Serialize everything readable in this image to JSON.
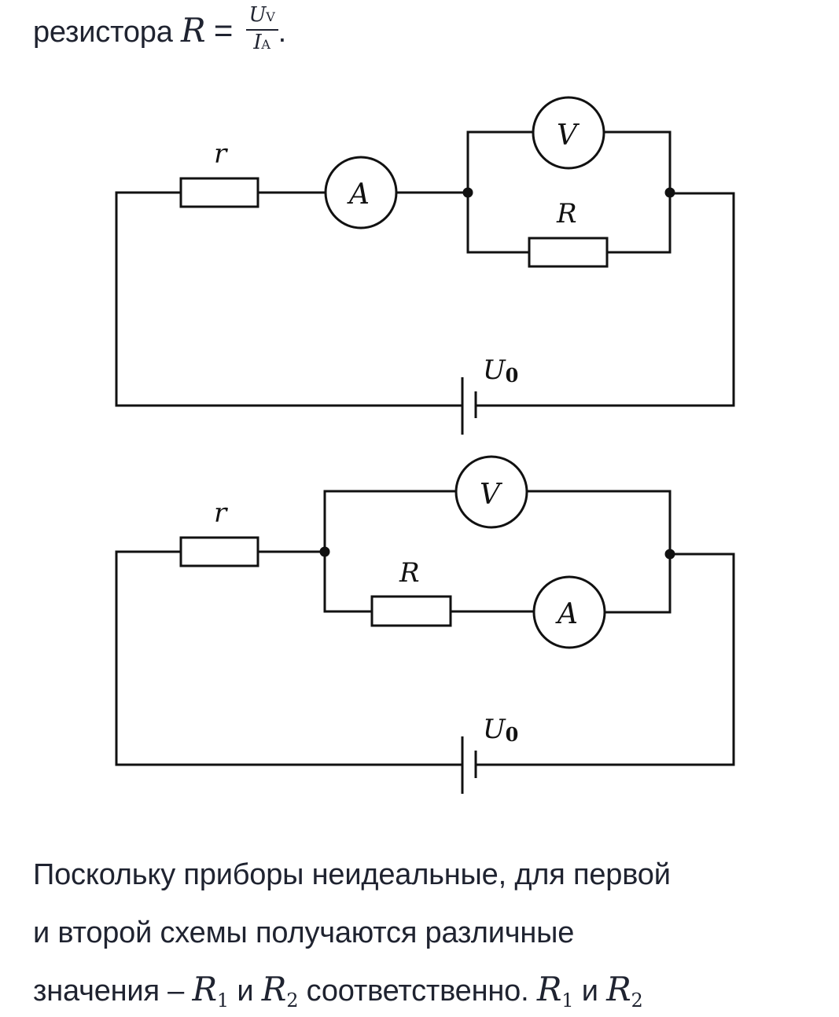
{
  "intro": {
    "text": "резистора",
    "formula_lhs": "R",
    "formula_eq": "=",
    "frac_num": "U",
    "frac_num_sub": "V",
    "frac_den": "I",
    "frac_den_sub": "A",
    "end": "."
  },
  "circuit1": {
    "label_r": "r",
    "label_A": "A",
    "label_V": "V",
    "label_R": "R",
    "label_U": "U",
    "label_U_sub": "0"
  },
  "circuit2": {
    "label_r": "r",
    "label_A": "A",
    "label_V": "V",
    "label_R": "R",
    "label_U": "U",
    "label_U_sub": "0"
  },
  "paragraph": {
    "line1": "Поскольку приборы неидеальные, для первой",
    "line2": "и второй схемы получаются различные",
    "line3_a": "значения – ",
    "R": "R",
    "sub1": "1",
    "sub2": "2",
    "and": " и ",
    "line3_b": " соответственно. "
  }
}
